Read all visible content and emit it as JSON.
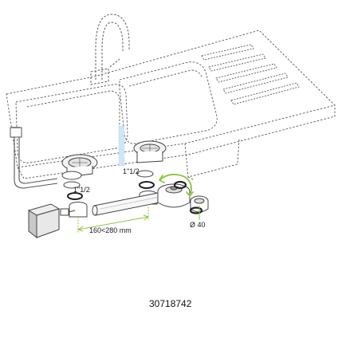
{
  "labels": {
    "connector_left": "1\"1/2",
    "connector_right": "1\"1/2",
    "spacing": "160<280 mm",
    "diameter": "Ø 40"
  },
  "product_code": "30718742",
  "colors": {
    "line": "#3a3a3a",
    "accent_green": "#8cc63f",
    "accent_blue": "#a8d4ec"
  },
  "icons": {
    "rotation": "rotate-arrow-icon"
  }
}
